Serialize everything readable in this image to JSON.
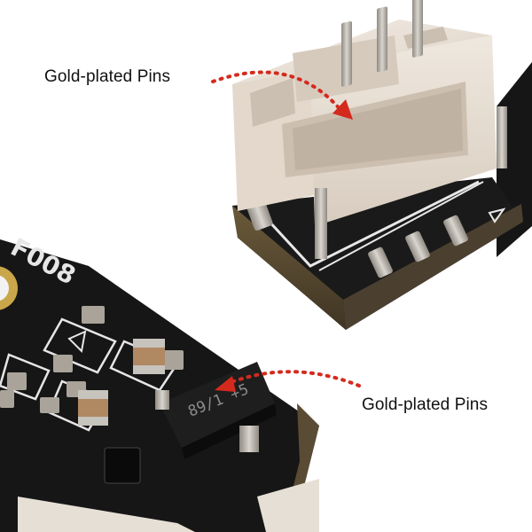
{
  "callouts": {
    "top_label": "Gold-plated Pins",
    "bottom_label": "Gold-plated Pins"
  },
  "board": {
    "silkscreen_text": "F008",
    "chip_marking": "89/1 +5"
  },
  "colors": {
    "background": "#ffffff",
    "pcb": "#141414",
    "connector": "#e7ddd2",
    "gold_pins": "#b8b2a8",
    "arrow": "#d42a1e",
    "label_text": "#111111"
  },
  "icons": [
    "red-dotted-arrow-icon",
    "triangle-pin1-marker-icon"
  ]
}
